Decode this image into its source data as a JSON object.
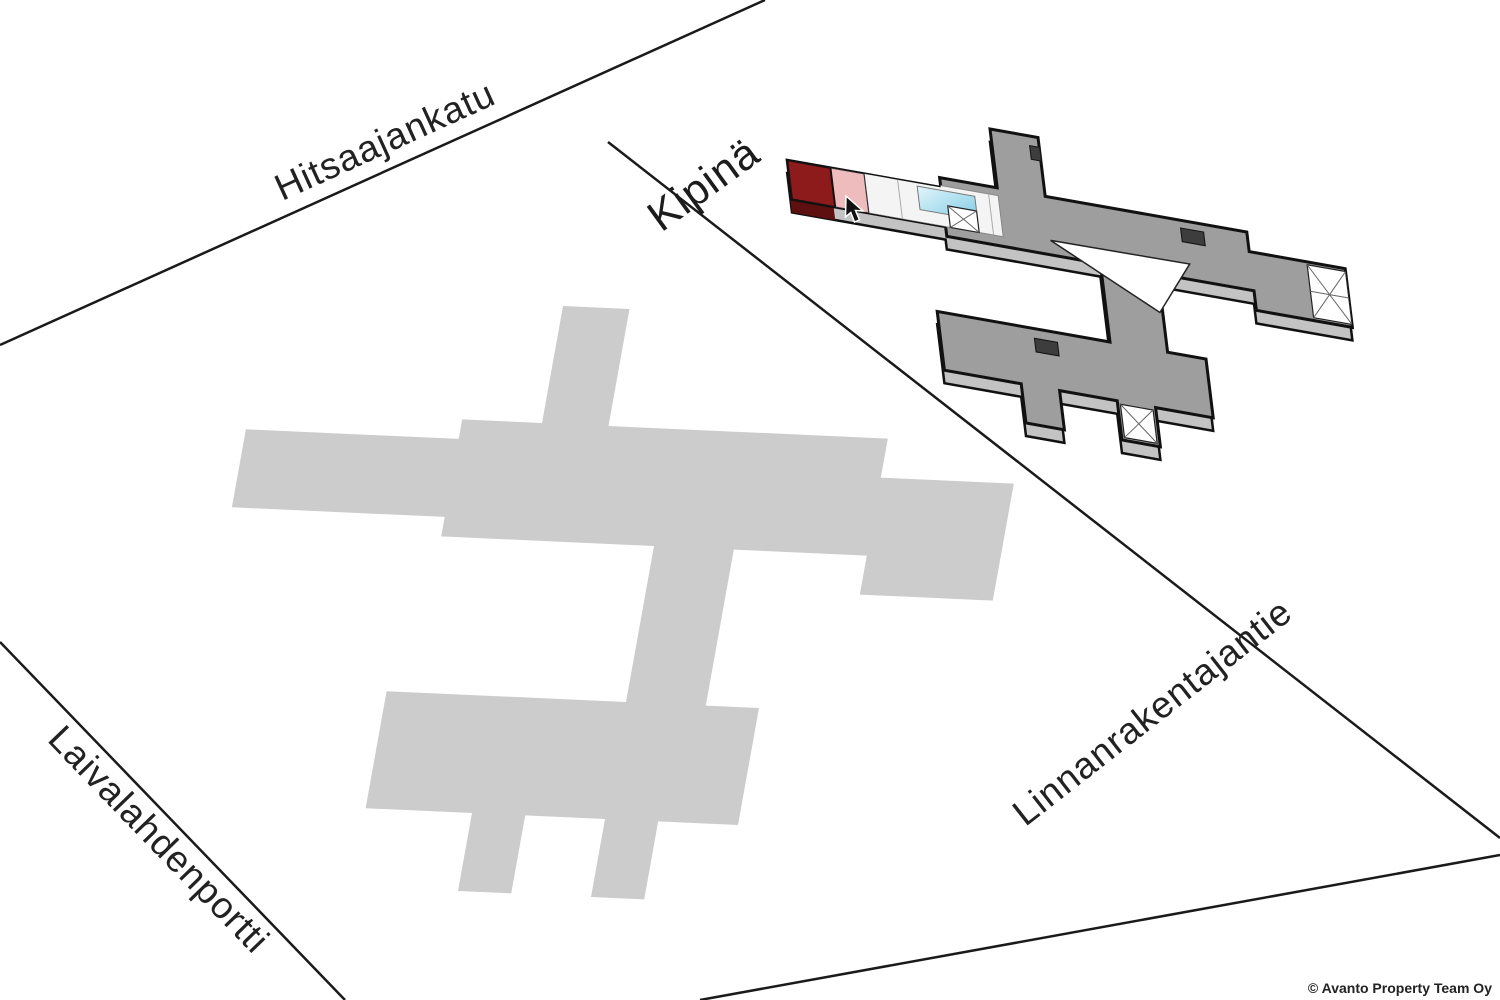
{
  "map": {
    "streets": {
      "top": "Hitsaajankatu",
      "right": "Linnanrakentajantie",
      "left": "Laivalahdenportti"
    },
    "building_label": "Kipinä",
    "copyright": "© Avanto Property Team Oy",
    "colors": {
      "street_line": "#1a1a1a",
      "label_text": "#222222",
      "shadow_fill": "#cccccc",
      "slab_top": "#9e9e9e",
      "slab_side": "#c3c3c3",
      "slab_outline": "#111111",
      "highlight_unit_top": "#8e1b1b",
      "highlight_unit_side": "#5e0f0f",
      "adjacent_unit": "#eebcbc",
      "corridor": "#f4f4f4",
      "pool_light": "#d9f1fa",
      "pool_dark": "#8fd2e8",
      "skylight": "#3d3d3d",
      "stair_core": "#ffffff"
    }
  }
}
